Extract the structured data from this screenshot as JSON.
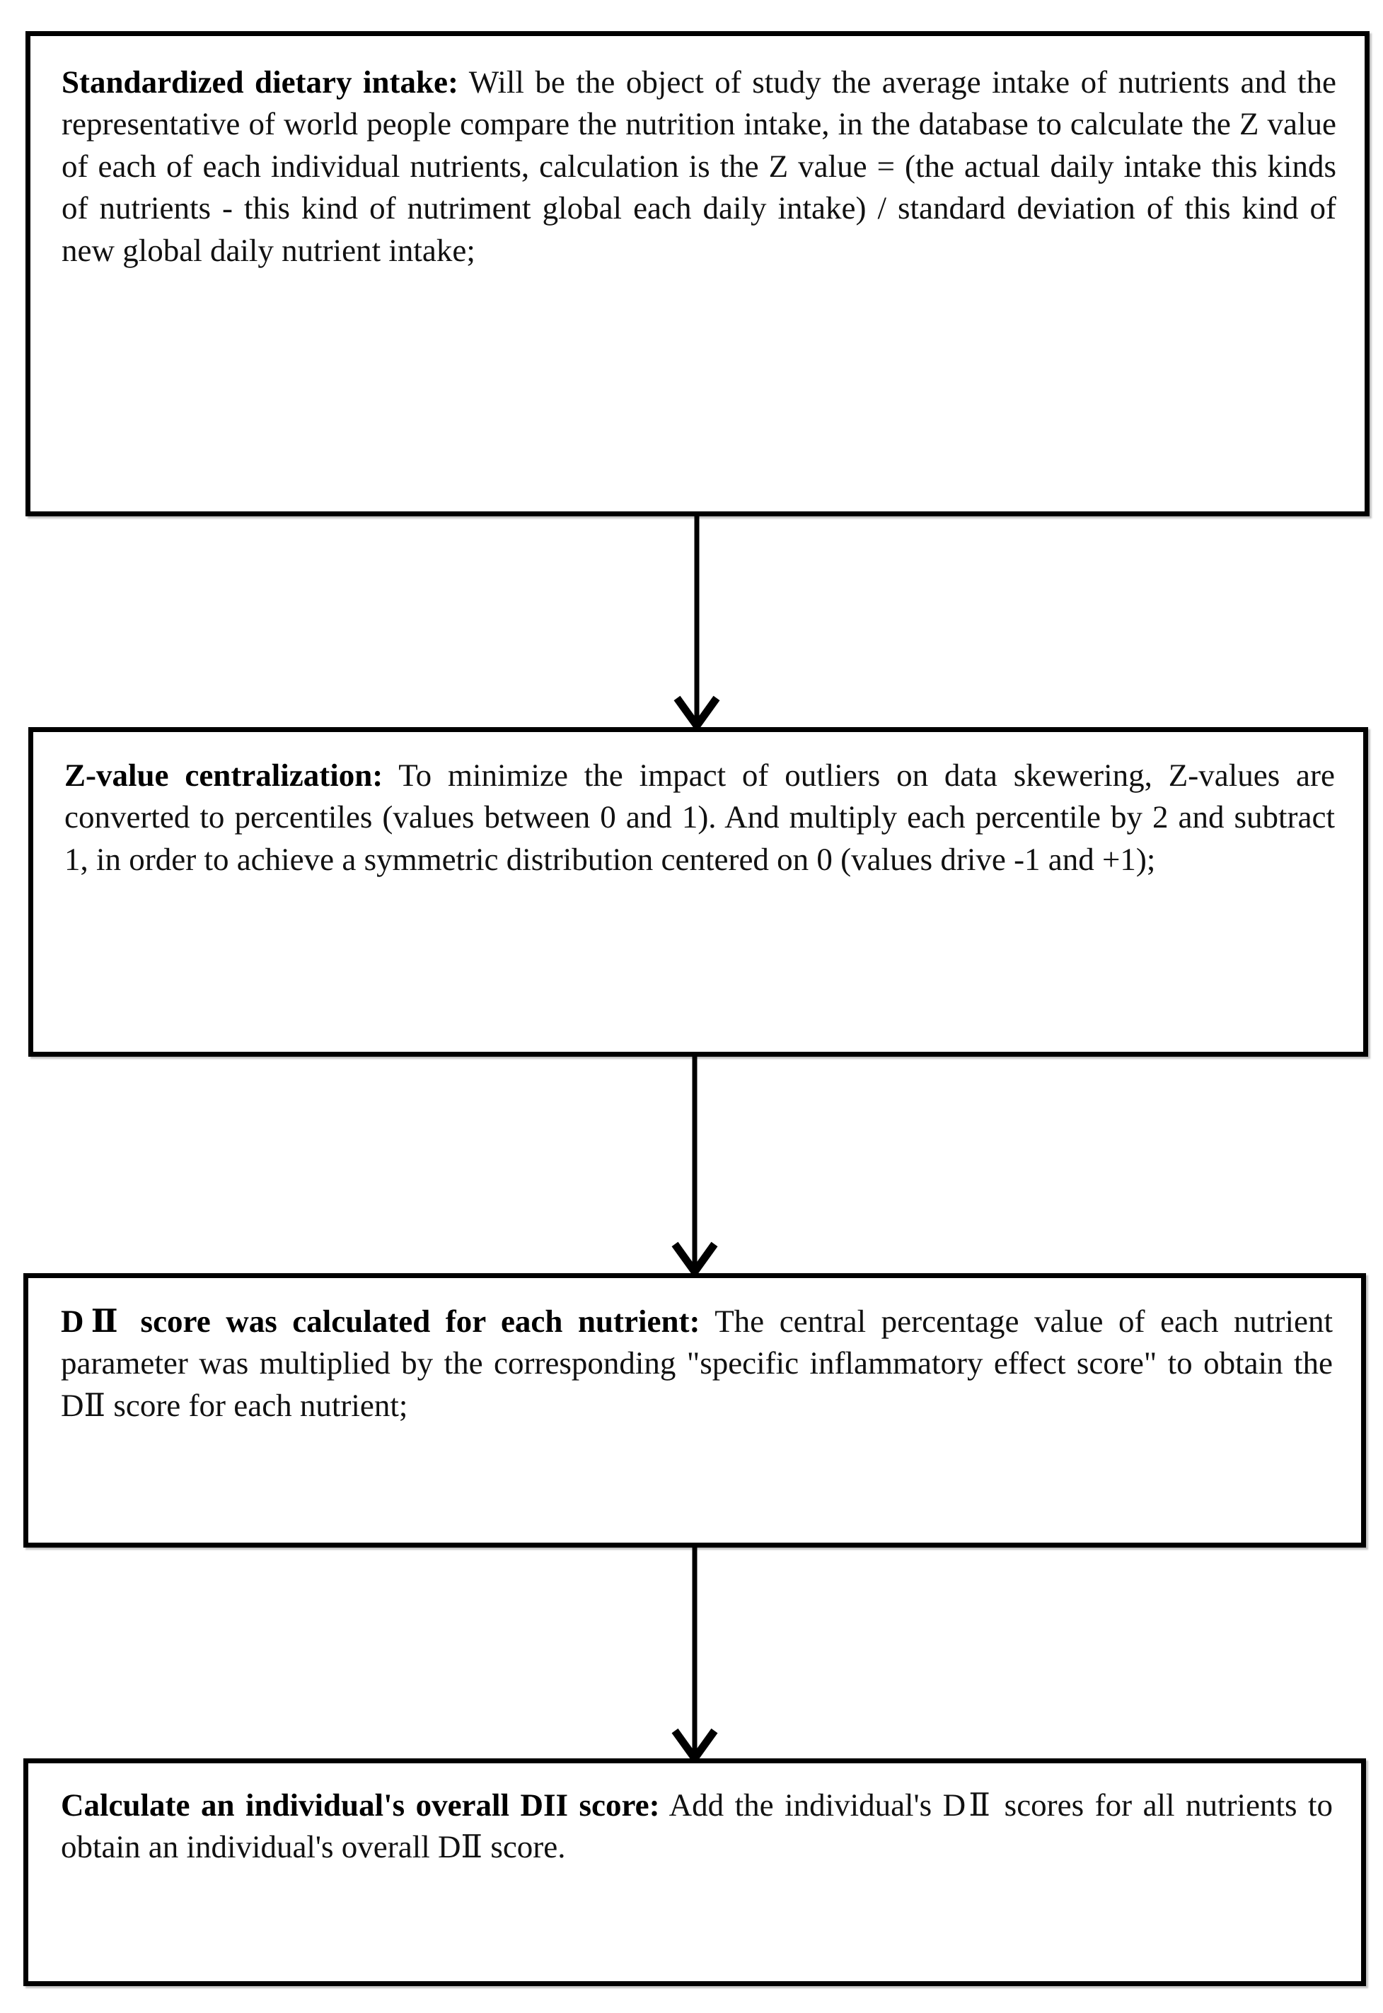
{
  "diagram": {
    "title": "Dietary Inflammatory Index (DII) calculation flowchart",
    "orientation": "vertical",
    "box_fill": "#ffffff",
    "border_color": "#000000",
    "text_color": "#111111",
    "nodes": [
      {
        "id": "node-1",
        "lead": "Standardized dietary intake:",
        "body": "  Will be the object of study the average intake of nutrients and the representative of world people compare the nutrition intake, in the database to calculate the Z value of each of each individual nutrients, calculation is the Z value = (the actual daily intake this kinds of nutrients - this kind of nutriment global each daily intake) / standard deviation of this kind of new global daily nutrient intake;"
      },
      {
        "id": "node-2",
        "lead": "Z-value centralization:",
        "body": " To minimize the impact of outliers on data skewering, Z-values are converted to percentiles (values between 0 and 1). And multiply each percentile by 2 and subtract 1, in order to achieve a symmetric distribution centered on 0 (values drive -1 and +1);"
      },
      {
        "id": "node-3",
        "lead": "DⅡ score was calculated for each nutrient:",
        "body": " The central percentage value of each nutrient parameter was multiplied by the corresponding \"specific inflammatory effect score\" to obtain the DⅡ score for each nutrient;"
      },
      {
        "id": "node-4",
        "lead": "Calculate an individual's overall DII score:",
        "body": " Add the individual's DⅡ scores for all nutrients to obtain an individual's overall DⅡ score."
      }
    ],
    "connectors": [
      {
        "id": "arrow-1-2",
        "from": "node-1",
        "to": "node-2",
        "marker": "open-arrowhead"
      },
      {
        "id": "arrow-2-3",
        "from": "node-2",
        "to": "node-3",
        "marker": "open-arrowhead"
      },
      {
        "id": "arrow-3-4",
        "from": "node-3",
        "to": "node-4",
        "marker": "open-arrowhead"
      }
    ]
  }
}
